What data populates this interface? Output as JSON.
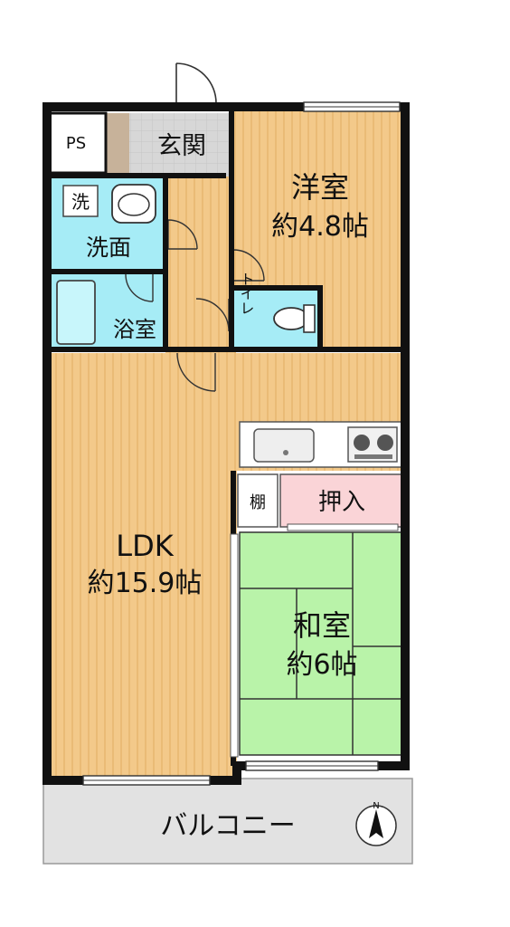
{
  "rooms": {
    "ps": "PS",
    "genkan": "玄関",
    "sentaku": "洗",
    "senmen": "洗面",
    "yokushitsu": "浴室",
    "toilet": "トイレ",
    "youshitsu_name": "洋室",
    "youshitsu_size": "約4.8帖",
    "ldk_name": "LDK",
    "ldk_size": "約15.9帖",
    "tana": "棚",
    "oshiire": "押入",
    "washitsu_name": "和室",
    "washitsu_size": "約6帖",
    "balcony": "バルコニー"
  },
  "compass": {
    "label": "N"
  },
  "colors": {
    "wall": "#111111",
    "wood_floor": "#f3c98a",
    "wood_stripe": "#e6b46c",
    "wet_area": "#a6ecf6",
    "tatami": "#b9f3a9",
    "closet": "#fad4d7",
    "balcony": "#e2e2e2",
    "genkan_floor": "#d7d7d7"
  }
}
